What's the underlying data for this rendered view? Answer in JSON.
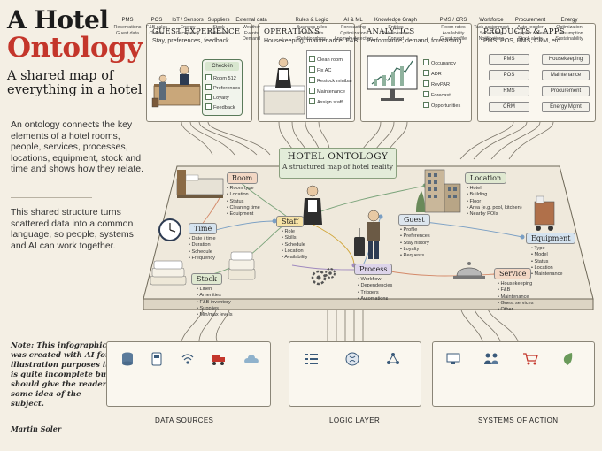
{
  "header": {
    "title_line1": "A Hotel",
    "title_line2": "Ontology",
    "subtitle": "A shared map of everything in a hotel"
  },
  "intro": "An ontology connects the key elements of a hotel rooms, people, services, processes, locations, equipment, stock and time and shows how they relate.",
  "shared_structure": "This shared structure turns scattered data into a common language, so people, systems and AI can work together.",
  "note": "Note: This infographic was created with AI for illustration purposes it is quite incomplete but should give the reader some idea of the subject.",
  "author": "Martin Soler",
  "top_boxes": {
    "guest": {
      "title": "GUEST EXPERIENCE",
      "subtitle": "Stay, preferences, feedback",
      "kiosk": "Check-in",
      "items": [
        "Room 512",
        "Preferences",
        "Loyalty",
        "Feedback"
      ]
    },
    "operations": {
      "title": "OPERATIONS",
      "subtitle": "Housekeeping, maintenance, F&B",
      "items": [
        "Clean room",
        "Fix AC",
        "Restock minibar",
        "Maintenance",
        "Assign staff"
      ]
    },
    "analytics": {
      "title": "ANALYTICS",
      "subtitle": "Performance, demand, forecasting",
      "items": [
        "Occupancy",
        "ADR",
        "RevPAR",
        "Forecast",
        "Opportunities"
      ]
    },
    "products": {
      "title": "PRODUCTS & APPS",
      "subtitle": "PMS, POS, RMS, CRM, etc.",
      "left": [
        "PMS",
        "POS",
        "RMS",
        "CRM"
      ],
      "right": [
        "Housekeeping",
        "Maintenance",
        "Procurement",
        "Energy Mgmt"
      ]
    }
  },
  "ontology": {
    "title": "HOTEL ONTOLOGY",
    "subtitle": "A structured map of hotel reality"
  },
  "nodes": {
    "room": {
      "label": "Room",
      "attrs": [
        "Room type",
        "Location",
        "Status",
        "Cleaning time",
        "Equipment"
      ]
    },
    "time": {
      "label": "Time",
      "attrs": [
        "Date / time",
        "Duration",
        "Schedule",
        "Frequency"
      ]
    },
    "stock": {
      "label": "Stock",
      "attrs": [
        "Linen",
        "Amenities",
        "F&B inventory",
        "Supplies",
        "Min/max levels"
      ]
    },
    "staff": {
      "label": "Staff",
      "attrs": [
        "Role",
        "Skills",
        "Schedule",
        "Location",
        "Availability"
      ]
    },
    "process": {
      "label": "Process",
      "attrs": [
        "Workflow",
        "Dependencies",
        "Triggers",
        "Automations"
      ]
    },
    "guest": {
      "label": "Guest",
      "attrs": [
        "Profile",
        "Preferences",
        "Stay history",
        "Loyalty",
        "Requests"
      ]
    },
    "location": {
      "label": "Location",
      "attrs": [
        "Hotel",
        "Building",
        "Floor",
        "Area (e.g. pool, kitchen)",
        "Nearby POIs"
      ]
    },
    "equipment": {
      "label": "Equipment",
      "attrs": [
        "Type",
        "Model",
        "Status",
        "Location",
        "Maintenance"
      ]
    },
    "service": {
      "label": "Service",
      "attrs": [
        "Housekeeping",
        "F&B",
        "Maintenance",
        "Guest services",
        "Other"
      ]
    }
  },
  "bottom": {
    "data_sources": {
      "label": "DATA SOURCES",
      "items": [
        {
          "name": "PMS",
          "desc": [
            "Reservations",
            "Guest data"
          ]
        },
        {
          "name": "POS",
          "desc": [
            "F&B sales",
            "Outlets"
          ]
        },
        {
          "name": "IoT / Sensors",
          "desc": [
            "Energy",
            "Occupancy"
          ]
        },
        {
          "name": "Suppliers",
          "desc": [
            "Stock",
            "Deliveries"
          ]
        },
        {
          "name": "External data",
          "desc": [
            "Weather",
            "Events",
            "Demand"
          ]
        }
      ]
    },
    "logic_layer": {
      "label": "LOGIC LAYER",
      "items": [
        {
          "name": "Rules & Logic",
          "desc": [
            "Business rules",
            "Constraints",
            "Relationships"
          ]
        },
        {
          "name": "AI & ML",
          "desc": [
            "Forecasting",
            "Optimization",
            "Anomaly detection"
          ]
        },
        {
          "name": "Knowledge Graph",
          "desc": [
            "Entities",
            "Relationships",
            "Context"
          ]
        }
      ]
    },
    "systems_of_action": {
      "label": "SYSTEMS OF ACTION",
      "items": [
        {
          "name": "PMS / CRS",
          "desc": [
            "Room rates",
            "Availability",
            "Guest profile"
          ]
        },
        {
          "name": "Workforce",
          "desc": [
            "Task assignment",
            "Scheduling",
            "Notifications"
          ]
        },
        {
          "name": "Procurement",
          "desc": [
            "Auto reorder",
            "Supplier orders",
            "Stock alerts"
          ]
        },
        {
          "name": "Energy",
          "desc": [
            "Optimization",
            "Consumption",
            "Sustainability"
          ]
        }
      ]
    }
  },
  "colors": {
    "accent_red": "#c4362b",
    "room": "#f2d7c4",
    "time": "#d5e3ef",
    "stock": "#dfe8d0",
    "staff": "#f6e2a6",
    "process": "#ddd4ea",
    "guest": "#dde6ee",
    "location": "#dfe8d0",
    "equipment": "#d5e3ef",
    "service": "#f2d7c4"
  }
}
